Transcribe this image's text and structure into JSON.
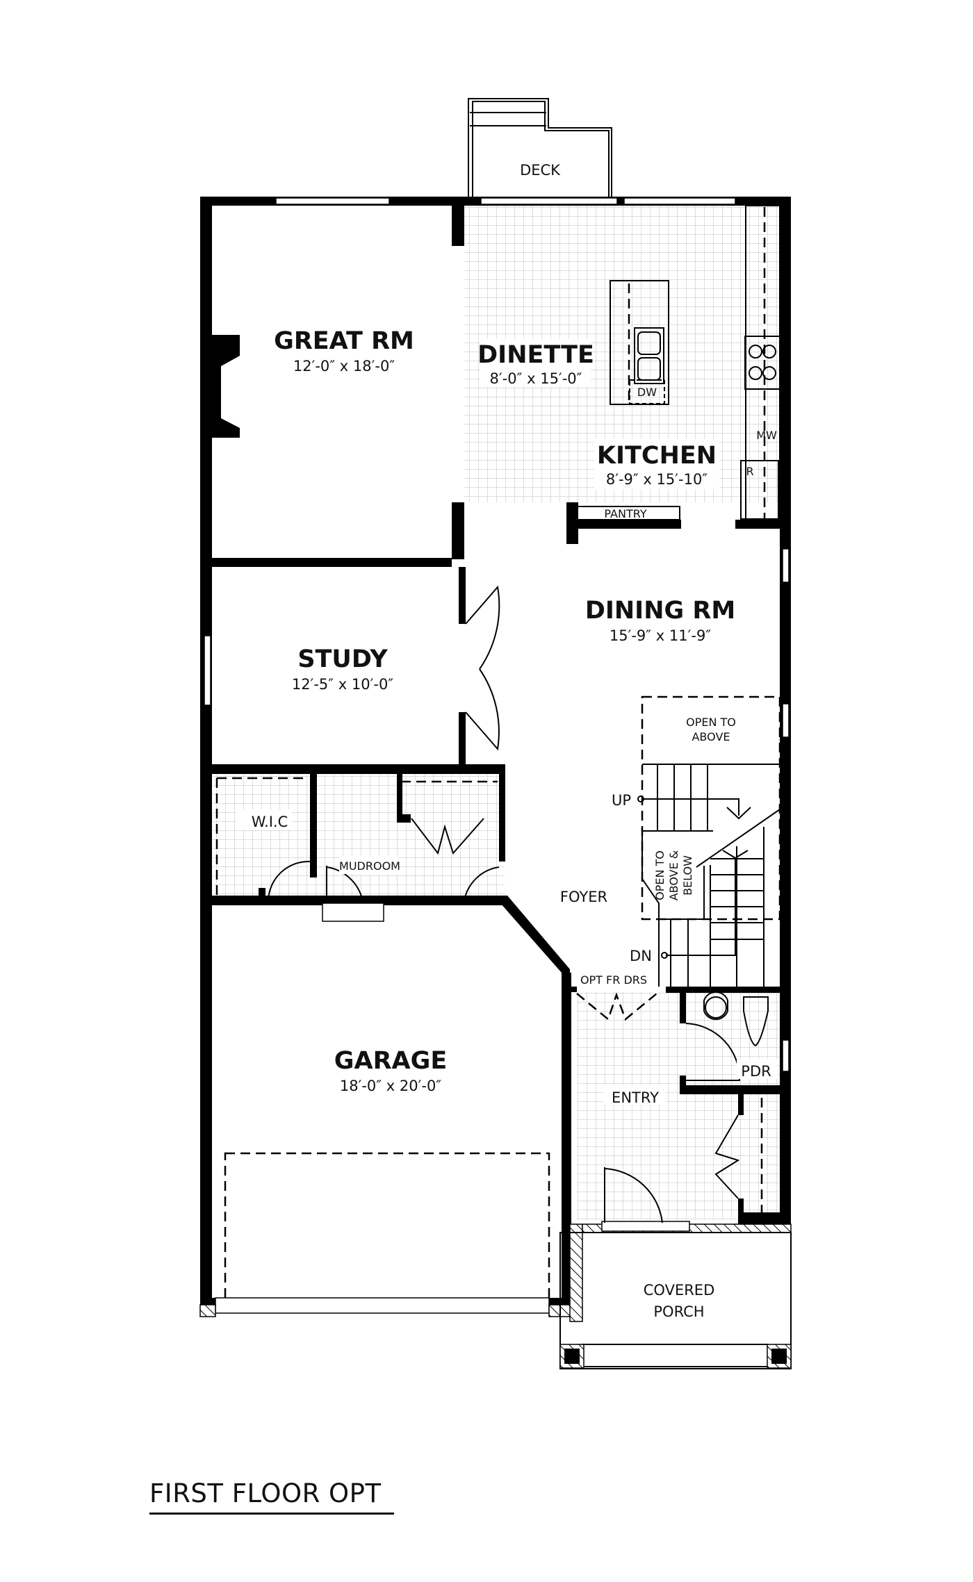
{
  "plan_title": "FIRST FLOOR OPT",
  "rooms": {
    "deck": {
      "name": "DECK"
    },
    "great_rm": {
      "name": "GREAT RM",
      "dims": "12′-0″ x 18′-0″"
    },
    "dinette": {
      "name": "DINETTE",
      "dims": "8′-0″ x 15′-0″"
    },
    "kitchen": {
      "name": "KITCHEN",
      "dims": "8′-9″ x 15′-10″"
    },
    "pantry": {
      "name": "PANTRY"
    },
    "dining_rm": {
      "name": "DINING RM",
      "dims": "15′-9″ x 11′-9″"
    },
    "study": {
      "name": "STUDY",
      "dims": "12′-5″ x 10′-0″"
    },
    "wic": {
      "name": "W.I.C"
    },
    "mudroom": {
      "name": "MUDROOM"
    },
    "foyer": {
      "name": "FOYER"
    },
    "garage": {
      "name": "GARAGE",
      "dims": "18′-0″ x 20′-0″"
    },
    "entry": {
      "name": "ENTRY"
    },
    "pdr": {
      "name": "PDR"
    },
    "covered_porch": {
      "line1": "COVERED",
      "line2": "PORCH"
    }
  },
  "annotations": {
    "dishwasher": "DW",
    "microwave": "MW",
    "refrigerator": "R",
    "open_to_above_1": "OPEN TO",
    "open_to_above_2": "ABOVE",
    "open_above_below_1": "OPEN TO",
    "open_above_below_2": "ABOVE &",
    "open_above_below_3": "BELOW",
    "stair_up": "UP",
    "stair_down": "DN",
    "opt_fr_drs": "OPT FR DRS"
  }
}
